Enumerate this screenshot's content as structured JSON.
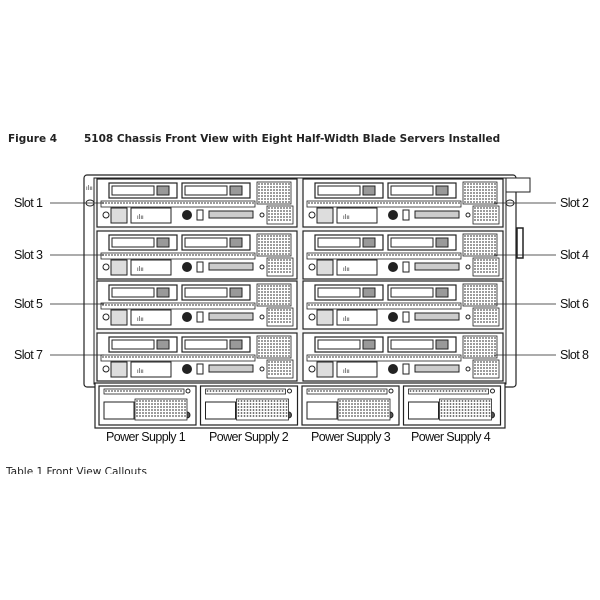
{
  "figure": {
    "number": "Figure 4",
    "title": "5108 Chassis Front View with Eight Half-Width Blade Servers Installed"
  },
  "slots": [
    "Slot 1",
    "Slot 2",
    "Slot 3",
    "Slot 4",
    "Slot 5",
    "Slot 6",
    "Slot 7",
    "Slot 8"
  ],
  "power_supplies": [
    "Power Supply 1",
    "Power Supply 2",
    "Power Supply 3",
    "Power Supply 4"
  ],
  "next_table_caption": "Table 1   Front View Callouts"
}
